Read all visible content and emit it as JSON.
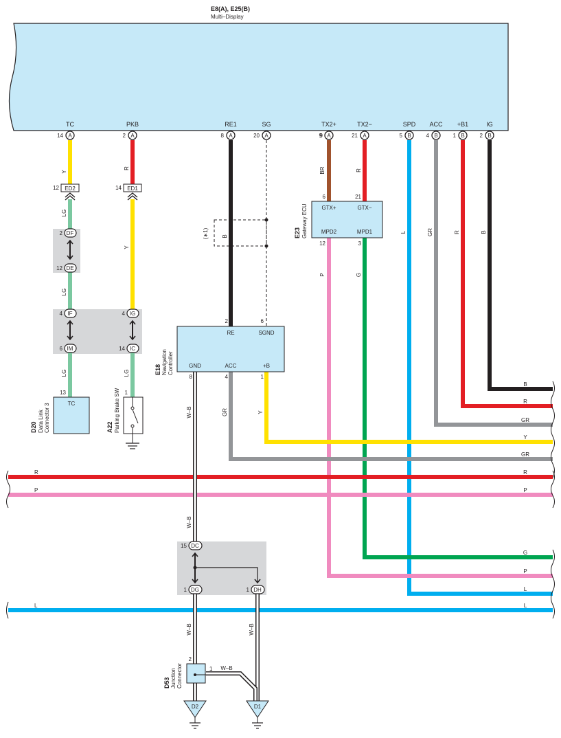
{
  "header": {
    "title": "E8(A), E25(B)",
    "subtitle": "Multi–Display"
  },
  "multi_display": {
    "pins": [
      {
        "name": "TC",
        "num": "14",
        "conn": "A"
      },
      {
        "name": "PKB",
        "num": "2",
        "conn": "A"
      },
      {
        "name": "RE1",
        "num": "8",
        "conn": "A"
      },
      {
        "name": "SG",
        "num": "20",
        "conn": "A"
      },
      {
        "name": "TX2+",
        "num": "9",
        "conn": "A"
      },
      {
        "name": "TX2−",
        "num": "21",
        "conn": "A"
      },
      {
        "name": "SPD",
        "num": "5",
        "conn": "B"
      },
      {
        "name": "ACC",
        "num": "4",
        "conn": "B"
      },
      {
        "name": "+B1",
        "num": "1",
        "conn": "B"
      },
      {
        "name": "IG",
        "num": "2",
        "conn": "B"
      }
    ]
  },
  "wire_labels": {
    "y": "Y",
    "r": "R",
    "lg": "LG",
    "br": "BR",
    "b": "B",
    "l": "L",
    "gr": "GR",
    "p": "P",
    "g": "G",
    "wb": "W–B",
    "shield_note": "(∗1)"
  },
  "connectors": {
    "ed2": {
      "num": "12",
      "label": "ED2"
    },
    "ed1": {
      "num": "14",
      "label": "ED1"
    },
    "df": {
      "num": "2",
      "label": "DF"
    },
    "de": {
      "num": "12",
      "label": "DE"
    },
    "if": {
      "num": "4",
      "label": "IF"
    },
    "ig": {
      "num": "4",
      "label": "IG"
    },
    "im": {
      "num": "6",
      "label": "IM"
    },
    "ic": {
      "num": "14",
      "label": "IC"
    },
    "dc": {
      "num": "15",
      "label": "DC"
    },
    "dg": {
      "num": "1",
      "label": "DG"
    },
    "dh": {
      "num": "1",
      "label": "DH"
    }
  },
  "gateway": {
    "id": "E23",
    "name": "Gateway ECU",
    "pin_gtxp": {
      "num": "6",
      "name": "GTX+"
    },
    "pin_gtxm": {
      "num": "21",
      "name": "GTX−"
    },
    "pin_mpd2": {
      "num": "12",
      "name": "MPD2"
    },
    "pin_mpd1": {
      "num": "3",
      "name": "MPD1"
    },
    "br_in": "9"
  },
  "nav": {
    "id": "E18",
    "name_line1": "Navigation",
    "name_line2": "Controller",
    "pin_re": {
      "num": "2",
      "name": "RE"
    },
    "pin_sgnd": {
      "num": "6",
      "name": "SGND"
    },
    "pin_gnd": {
      "num": "8",
      "name": "GND"
    },
    "pin_acc": {
      "num": "4",
      "name": "ACC"
    },
    "pin_b": {
      "num": "1",
      "name": "+B"
    }
  },
  "dlc": {
    "id": "D20",
    "line1": "Data Link",
    "line2": "Connector 3",
    "pin_num": "13",
    "pin_name": "TC"
  },
  "pbsw": {
    "id": "A22",
    "name": "Parking Brake SW",
    "pin_num": "1"
  },
  "junction": {
    "id": "D53",
    "line1": "Junction",
    "line2": "Connector",
    "pin2": "2",
    "pin1": "1"
  },
  "grounds": {
    "d2": "D2",
    "d1": "D1"
  },
  "right_labels": [
    "B",
    "R",
    "GR",
    "Y",
    "GR",
    "R",
    "P",
    "G",
    "P",
    "L",
    "L"
  ],
  "colors": {
    "yellow": "#ffe100",
    "red": "#e31e24",
    "green": "#7bc8a0",
    "black": "#231f20",
    "brown": "#a0522d",
    "blue": "#00aeef",
    "gray": "#939598",
    "pink": "#f08bbf",
    "dgreen": "#00a551",
    "panel": "#c6e9f8"
  }
}
